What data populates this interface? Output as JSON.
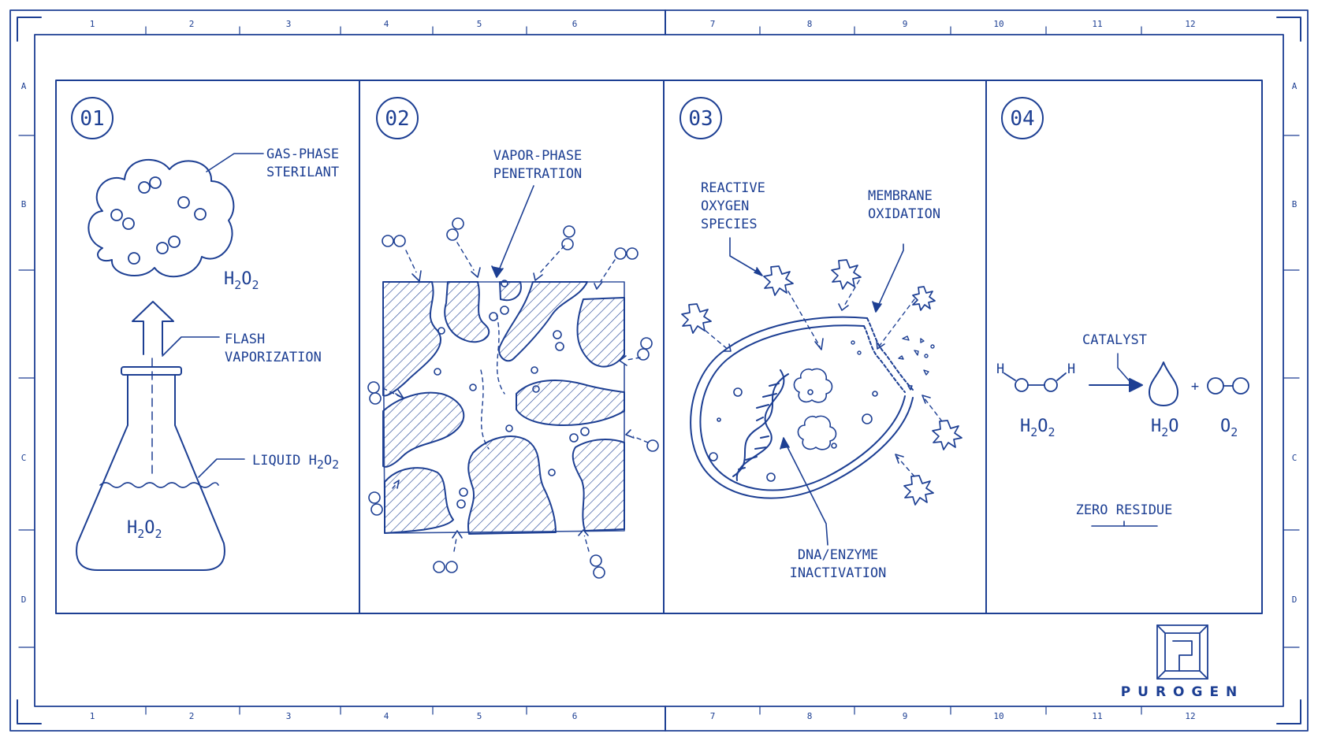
{
  "colors": {
    "ink": "#1d3f93",
    "paper": "#ffffff"
  },
  "ruler": {
    "columns": [
      "1",
      "2",
      "3",
      "4",
      "5",
      "6",
      "7",
      "8",
      "9",
      "10",
      "11",
      "12"
    ],
    "rows": [
      "A",
      "B",
      "C",
      "D"
    ]
  },
  "panels": [
    {
      "number": "01",
      "labels": {
        "gas_phase": [
          "GAS-PHASE",
          "STERILANT"
        ],
        "flash": [
          "FLASH",
          "VAPORIZATION"
        ],
        "liquid": "LIQUID H",
        "liquid_sub1": "2",
        "liquid_o": "O",
        "liquid_sub2": "2"
      },
      "formula": {
        "h": "H",
        "s1": "2",
        "o": "O",
        "s2": "2"
      }
    },
    {
      "number": "02",
      "labels": {
        "vapor": [
          "VAPOR-PHASE",
          "PENETRATION"
        ]
      }
    },
    {
      "number": "03",
      "labels": {
        "ros": [
          "REACTIVE",
          "OXYGEN",
          "SPECIES"
        ],
        "membrane": [
          "MEMBRANE",
          "OXIDATION"
        ],
        "dna": [
          "DNA/ENZYME",
          "INACTIVATION"
        ]
      }
    },
    {
      "number": "04",
      "labels": {
        "catalyst": "CATALYST",
        "zero": "ZERO RESIDUE",
        "h_left": "H",
        "h_right": "H",
        "plus": "+"
      },
      "formulas": {
        "peroxide": {
          "h": "H",
          "s1": "2",
          "o": "O",
          "s2": "2"
        },
        "water": {
          "h": "H",
          "s1": "2",
          "o": "O"
        },
        "oxygen": {
          "o": "O",
          "s1": "2"
        }
      }
    }
  ],
  "brand": {
    "name": "PUROGEN"
  }
}
